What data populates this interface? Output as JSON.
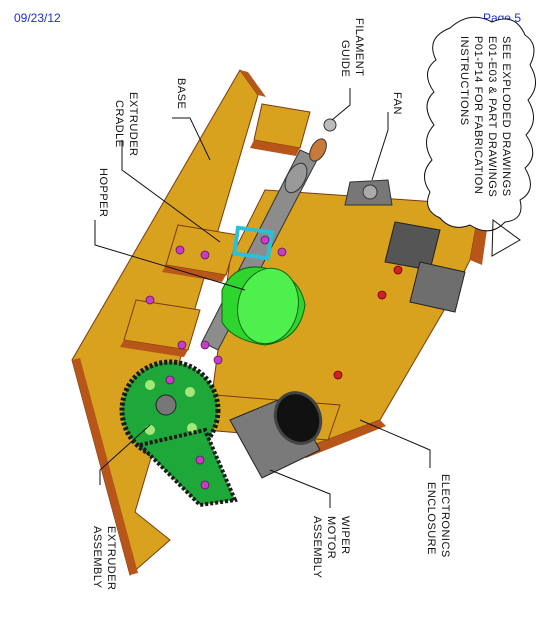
{
  "header": {
    "date": "09/23/12",
    "page": "Page 5"
  },
  "note": {
    "lines": [
      "SEE EXPLODED DRAWINGS",
      "E01-E03 & PART DRAWINGS",
      "P01-P14 FOR FABRICATION",
      "INSTRUCTIONS"
    ]
  },
  "labels": {
    "filament_guide": [
      "FILAMENT",
      "GUIDE"
    ],
    "fan": "FAN",
    "base": "BASE",
    "extruder_cradle": [
      "EXTRUDER",
      "CRADLE"
    ],
    "hopper": "HOPPER",
    "electronics_enclosure": [
      "ELECTRONICS",
      "ENCLOSURE"
    ],
    "wiper_motor_assembly": [
      "WIPER",
      "MOTOR",
      "ASSEMBLY"
    ],
    "extruder_assembly": [
      "EXTRUDER",
      "ASSEMBLY"
    ]
  },
  "colors": {
    "wood": "#d9a21e",
    "wood_edge": "#b8561a",
    "hopper_green": "#2fd52f",
    "sprocket_green": "#1fa83a",
    "steel": "#8c8c8c",
    "bolt_magenta": "#c83cc8",
    "knob_red": "#d42020",
    "cyan_clamp": "#2bc0d8",
    "header_blue": "#1b2fd0"
  }
}
